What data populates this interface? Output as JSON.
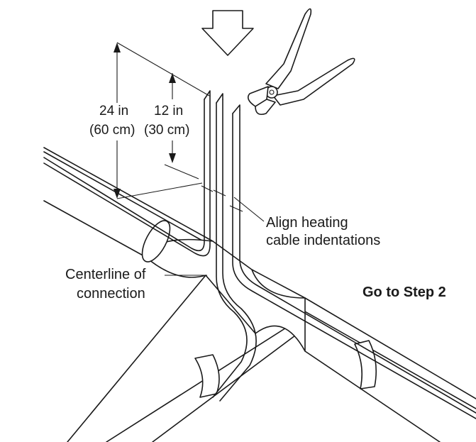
{
  "dimensions": {
    "long_in": "24 in",
    "long_cm": "(60 cm)",
    "short_in": "12 in",
    "short_cm": "(30 cm)"
  },
  "callouts": {
    "align_line1": "Align heating",
    "align_line2": "cable indentations",
    "centerline_line1": "Centerline of",
    "centerline_line2": "connection"
  },
  "next_step": "Go to Step 2"
}
